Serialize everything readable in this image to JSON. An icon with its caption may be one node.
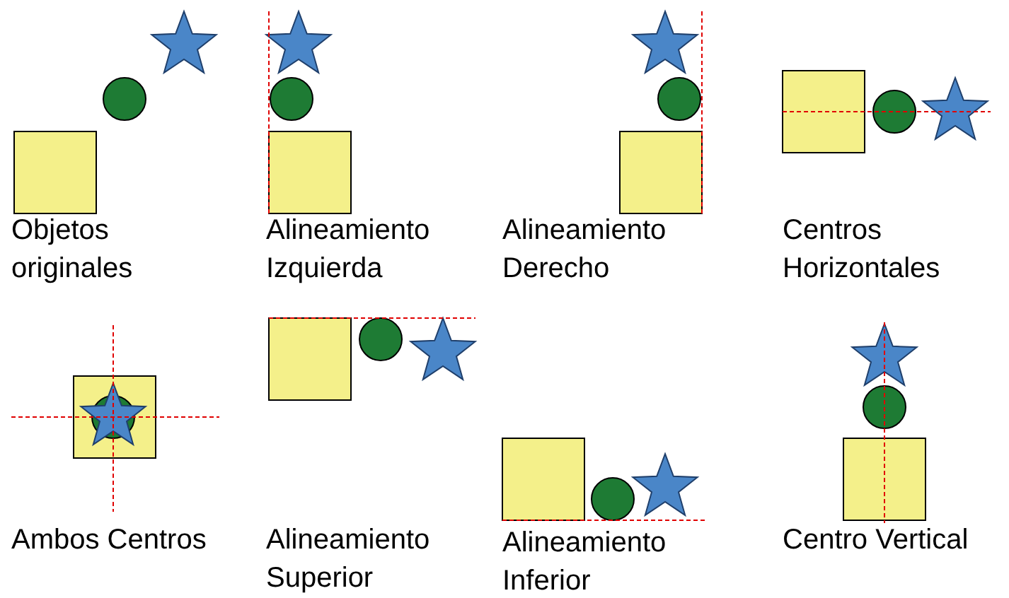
{
  "diagram": {
    "labels": [
      "Objetos originales",
      "Alineamiento Izquierda",
      "Alineamiento Derecho",
      "Centros Horizontales",
      "Ambos Centros",
      "Alineamiento Superior",
      "Alineamiento Inferior",
      "Centro Vertical"
    ]
  }
}
